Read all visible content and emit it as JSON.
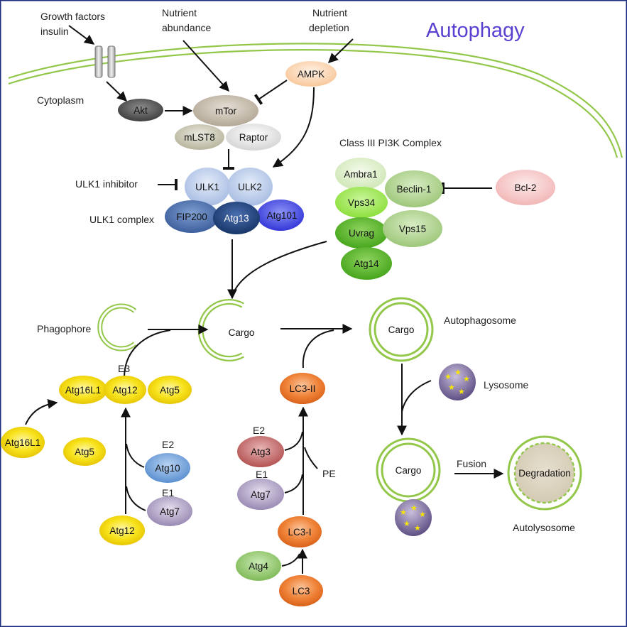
{
  "title": "Autophagy",
  "inputs": {
    "growth_factors": [
      "Growth factors",
      "insulin"
    ],
    "nutrient_abundance": [
      "Nutrient",
      "abundance"
    ],
    "nutrient_depletion": [
      "Nutrient",
      "depletion"
    ]
  },
  "labels": {
    "cytoplasm": "Cytoplasm",
    "ulk1_inhibitor": "ULK1 inhibitor",
    "ulk1_complex": "ULK1 complex",
    "pi3k_complex": "Class III PI3K Complex",
    "phagophore": "Phagophore",
    "autophagosome": "Autophagosome",
    "lysosome": "Lysosome",
    "fusion": "Fusion",
    "autolysosome": "Autolysosome",
    "e3": "E3",
    "e2_left": "E2",
    "e1_left": "E1",
    "e2_right": "E2",
    "e1_right": "E1",
    "pe": "PE"
  },
  "nodes": {
    "ampk": "AMPK",
    "akt": "Akt",
    "mtor": "mTor",
    "mlst8": "mLST8",
    "raptor": "Raptor",
    "ulk1": "ULK1",
    "ulk2": "ULK2",
    "fip200": "FIP200",
    "atg13": "Atg13",
    "atg101": "Atg101",
    "ambra1": "Ambra1",
    "beclin1": "Beclin-1",
    "vps34": "Vps34",
    "uvrag": "Uvrag",
    "vps15": "Vps15",
    "atg14": "Atg14",
    "bcl2": "Bcl-2",
    "atg16l1_complex": "Atg16L1",
    "atg12_complex": "Atg12",
    "atg5_complex": "Atg5",
    "atg16l1": "Atg16L1",
    "atg5": "Atg5",
    "atg10": "Atg10",
    "atg7_left": "Atg7",
    "atg12": "Atg12",
    "lc3_ii": "LC3-II",
    "atg3": "Atg3",
    "atg7_right": "Atg7",
    "lc3_i": "LC3-I",
    "atg4": "Atg4",
    "lc3": "LC3"
  },
  "cargo": {
    "phagophore": "Cargo",
    "autophagosome": "Cargo",
    "fusion": "Cargo",
    "degradation": "Degradation"
  },
  "colors": {
    "membrane": "#93c74a",
    "title": "#5b3fd1",
    "yellow": "#f5d800",
    "orange": "#ee7a2e",
    "ulk_light": "#b9cbe9",
    "ulk_dark": "#2a4f8c",
    "green_dark": "#56b529",
    "red_light": "#f5c7c7"
  }
}
